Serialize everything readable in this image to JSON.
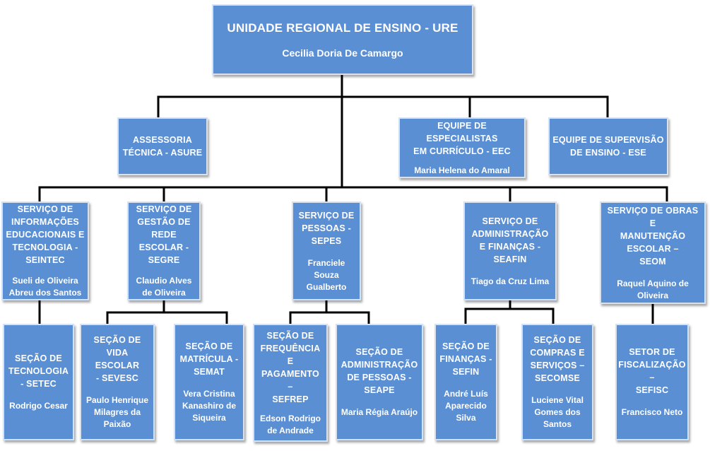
{
  "root": {
    "title": "UNIDADE REGIONAL DE ENSINO - URE",
    "name": "Cecilia Doria De Camargo"
  },
  "asure": {
    "title": "ASSESSORIA\nTÉCNICA - ASURE"
  },
  "eec": {
    "title": "EQUIPE DE ESPECIALISTAS\nEM CURRÍCULO - EEC",
    "name": "Maria Helena do Amaral"
  },
  "ese": {
    "title": "EQUIPE DE SUPERVISÃO\nDE ENSINO - ESE"
  },
  "seintec": {
    "title": "SERVIÇO DE\nINFORMAÇÕES\nEDUCACIONAIS E\nTECNOLOGIA -\nSEINTEC",
    "name": "Sueli de Oliveira\nAbreu dos Santos"
  },
  "segre": {
    "title": "SERVIÇO DE\nGESTÃO DE\nREDE\nESCOLAR -\nSEGRE",
    "name": "Claudio Alves\nde Oliveira"
  },
  "sepes": {
    "title": "SERVIÇO DE\nPESSOAS -\nSEPES",
    "name": "Franciele\nSouza\nGualberto"
  },
  "seafin": {
    "title": "SERVIÇO DE\nADMINISTRAÇÃO\nE FINANÇAS -\nSEAFIN",
    "name": "Tiago da Cruz Lima"
  },
  "seom": {
    "title": "SERVIÇO DE OBRAS E\nMANUTENÇÃO\nESCOLAR –\nSEOM",
    "name": "Raquel Aquino de\nOliveira"
  },
  "setec": {
    "title": "SEÇÃO DE\nTECNOLOGIA\n- SETEC",
    "name": "Rodrigo Cesar"
  },
  "sevesc": {
    "title": "SEÇÃO DE\nVIDA ESCOLAR\n- SEVESC",
    "name": "Paulo Henrique\nMilagres da\nPaixão"
  },
  "semat": {
    "title": "SEÇÃO DE\nMATRÍCULA -\nSEMAT",
    "name": "Vera Cristina\nKanashiro de\nSiqueira"
  },
  "sefrep": {
    "title": "SEÇÃO DE\nFREQUÊNCIA E\nPAGAMENTO\n–\nSEFREP",
    "name": "Edson Rodrigo\nde Andrade"
  },
  "seape": {
    "title": "SEÇÃO DE\nADMINISTRAÇÃO\nDE PESSOAS -\nSEAPE",
    "name": "Maria Régia Araújo"
  },
  "sefin": {
    "title": "SEÇÃO DE\nFINANÇAS -\nSEFIN",
    "name": "André Luís\nAparecido\nSilva"
  },
  "secomse": {
    "title": "SEÇÃO DE\nCOMPRAS E\nSERVIÇOS –\nSECOMSE",
    "name": "Luciene Vital\nGomes dos\nSantos"
  },
  "sefisc": {
    "title": "SETOR DE\nFISCALIZAÇÃO\n–\nSEFISC",
    "name": "Francisco Neto"
  }
}
